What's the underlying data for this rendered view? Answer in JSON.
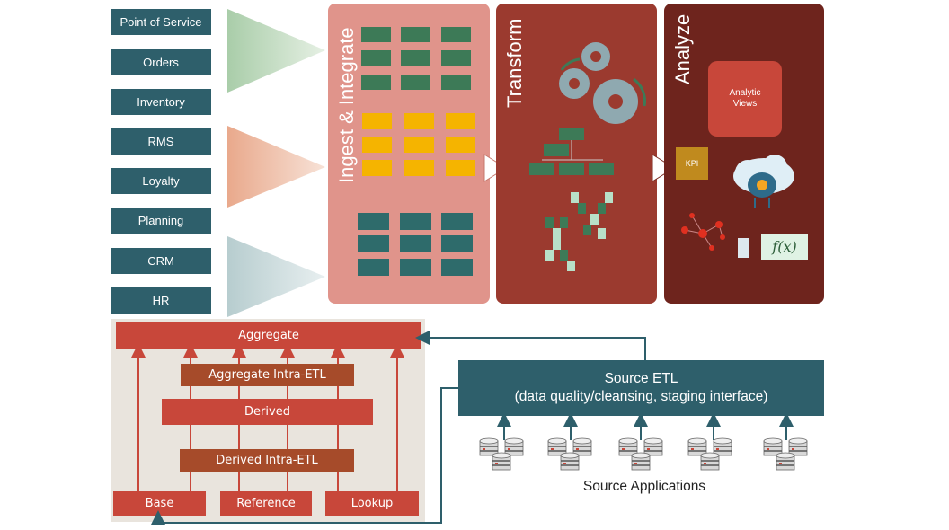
{
  "sources": [
    "Point of Service",
    "Orders",
    "Inventory",
    "RMS",
    "Loyalty",
    "Planning",
    "CRM",
    "HR"
  ],
  "panels": {
    "ingest": {
      "title": "Ingest & Integrate",
      "color": "#e0948b"
    },
    "transform": {
      "title": "Transform",
      "color": "#9b3a2f"
    },
    "analyze": {
      "title": "Analyze",
      "color": "#6e241d"
    }
  },
  "analyze": {
    "analytic_views": [
      "Analytic",
      "Views"
    ],
    "kpi": "KPI",
    "function": "f(x)"
  },
  "etl_stack": {
    "aggregate": "Aggregate",
    "aggregate_intra": "Aggregate Intra-ETL",
    "derived": "Derived",
    "derived_intra": "Derived Intra-ETL",
    "base": "Base",
    "reference": "Reference",
    "lookup": "Lookup"
  },
  "source_etl": {
    "line1": "Source ETL",
    "line2": "(data quality/cleansing, staging interface)"
  },
  "source_applications": "Source Applications",
  "colors": {
    "teal": "#2e5f6b",
    "red_block": "#c8473a",
    "brown_block": "#a64b2a",
    "green": "#3d7a57",
    "amber": "#f5b400"
  }
}
